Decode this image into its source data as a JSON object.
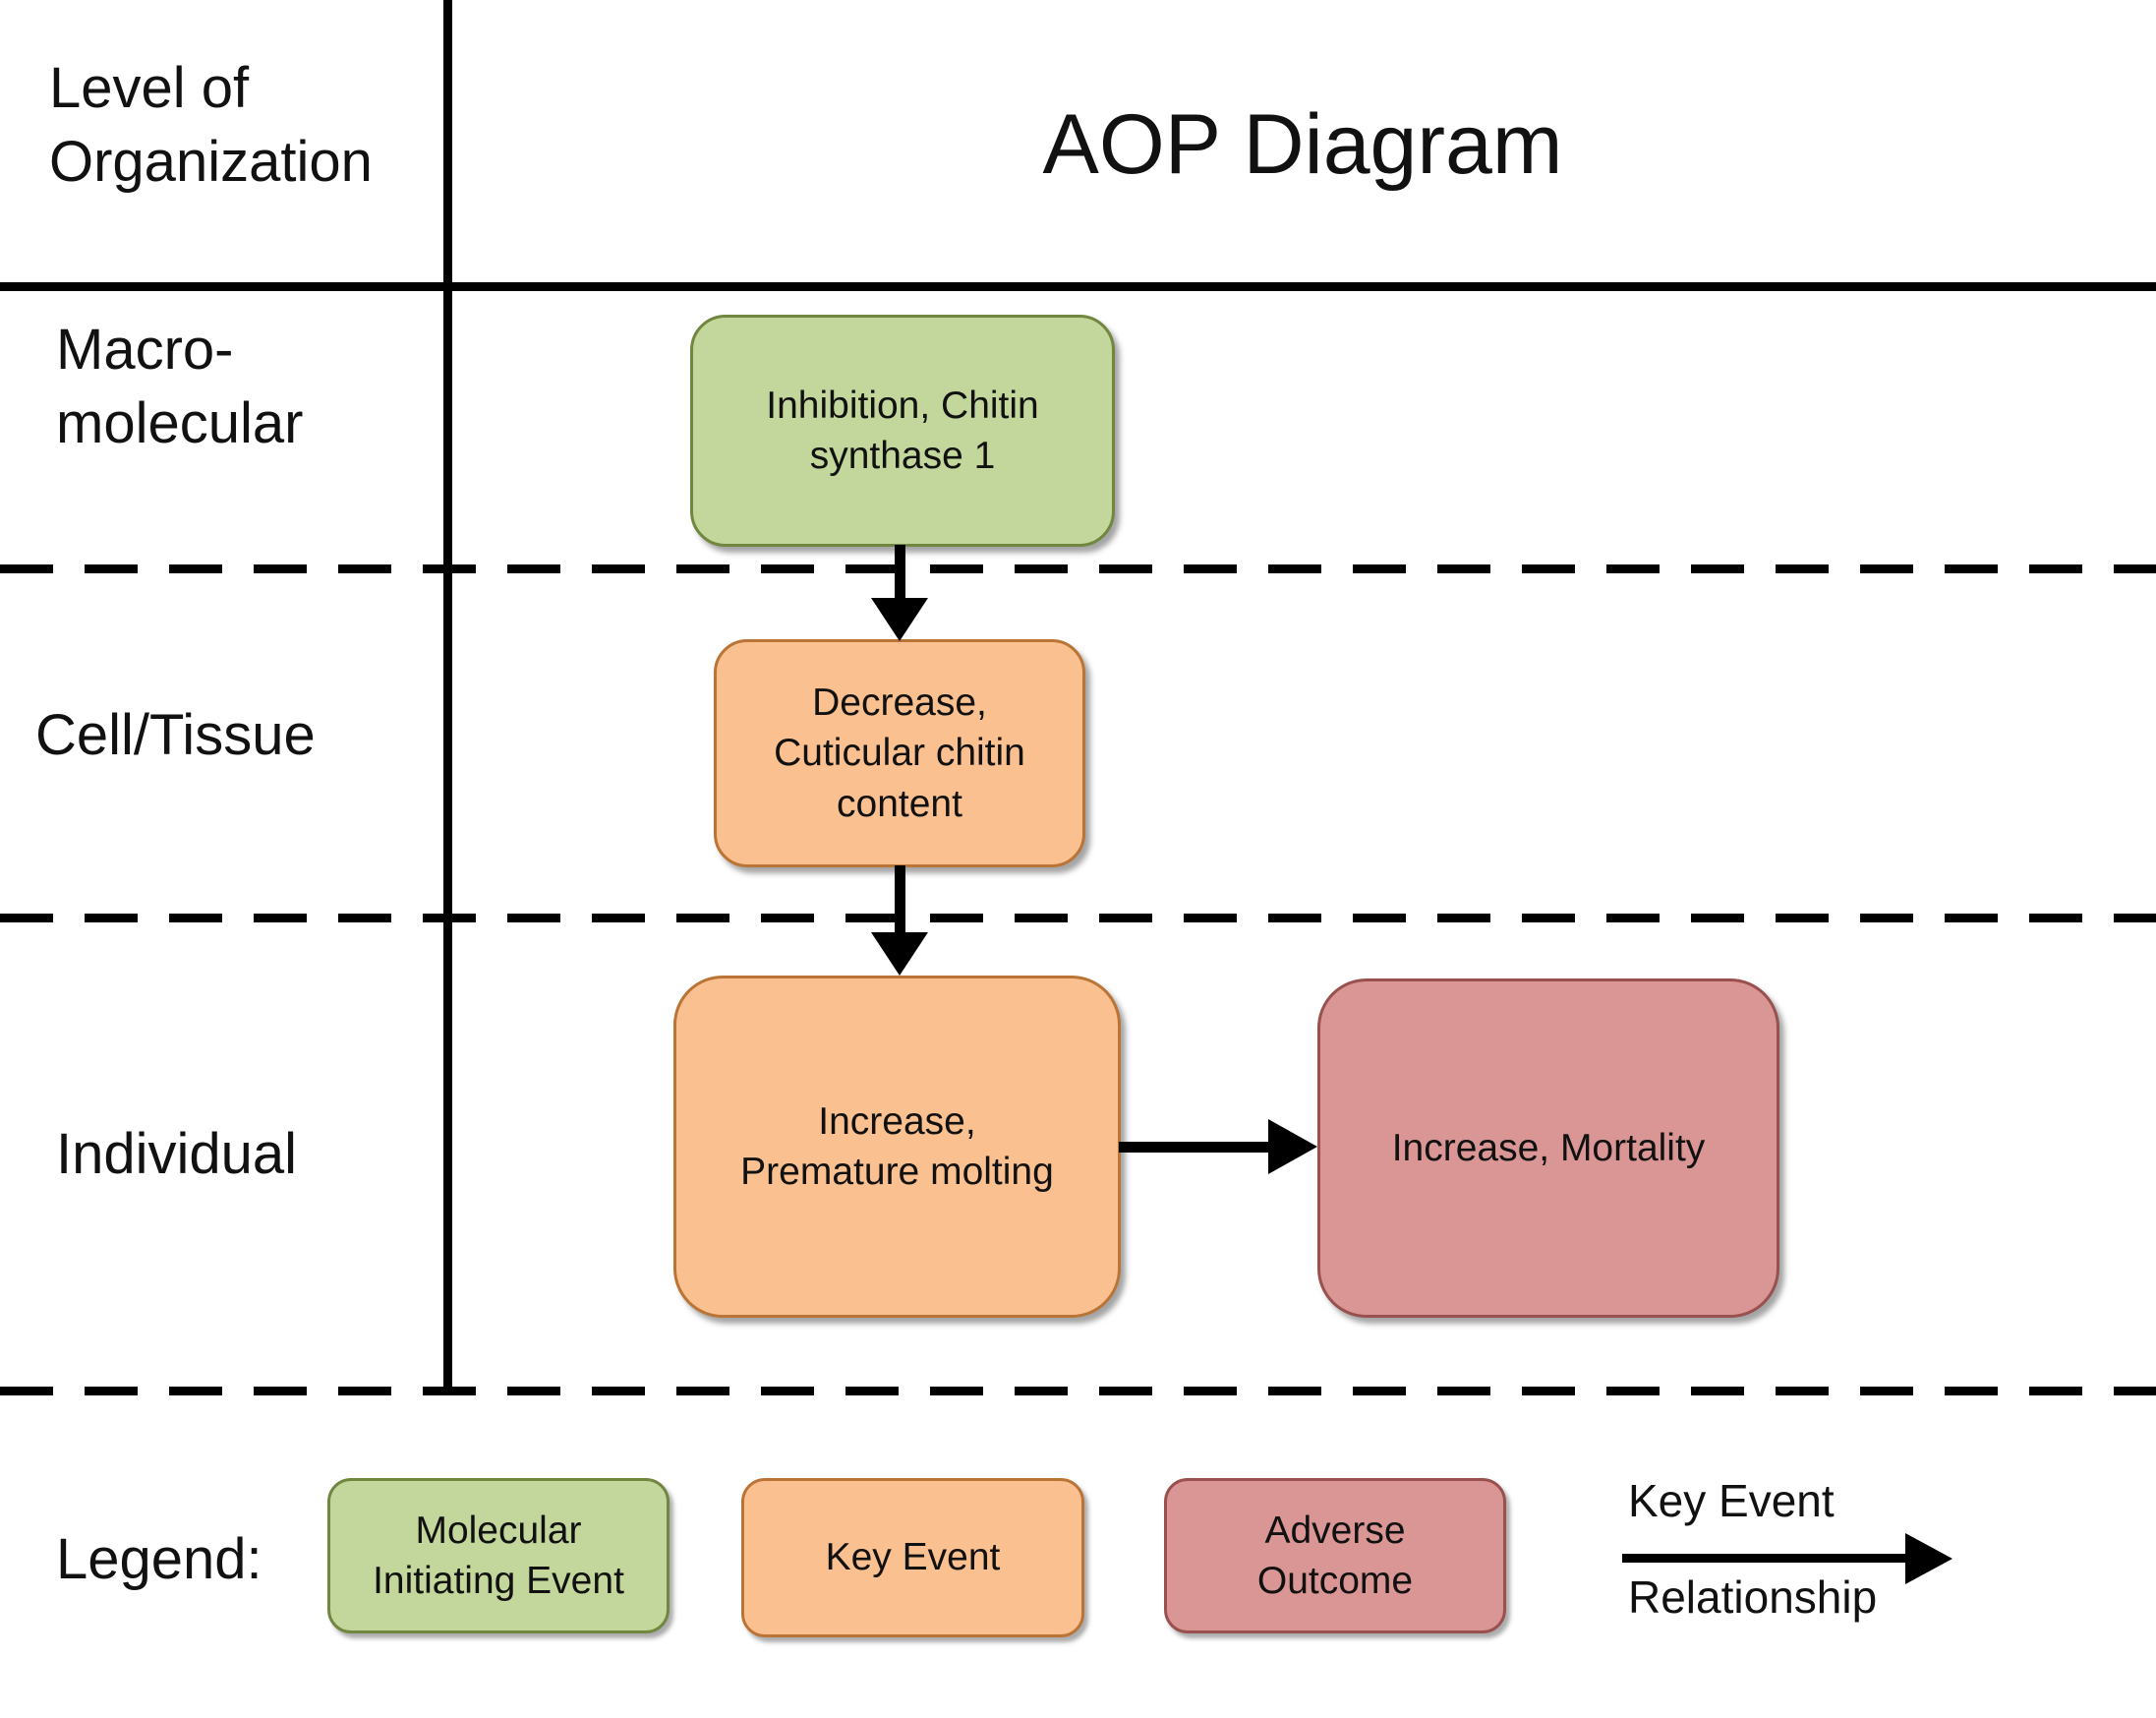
{
  "header": {
    "level_label": "Level of\nOrganization",
    "title": "AOP Diagram"
  },
  "rows": {
    "macromolecular": "Macro-\nmolecular",
    "cell_tissue": "Cell/Tissue",
    "individual": "Individual"
  },
  "nodes": {
    "mie": {
      "label": "Inhibition, Chitin\nsynthase 1",
      "type": "molecular-initiating-event"
    },
    "ke1": {
      "label": "Decrease,\nCuticular chitin\ncontent",
      "type": "key-event"
    },
    "ke2": {
      "label": "Increase,\nPremature molting",
      "type": "key-event"
    },
    "ao": {
      "label": "Increase, Mortality",
      "type": "adverse-outcome"
    }
  },
  "legend": {
    "title": "Legend:",
    "items": [
      {
        "label": "Molecular\nInitiating Event",
        "type": "molecular-initiating-event"
      },
      {
        "label": "Key Event",
        "type": "key-event"
      },
      {
        "label": "Adverse\nOutcome",
        "type": "adverse-outcome"
      }
    ],
    "ker": {
      "top": "Key Event",
      "bottom": "Relationship"
    }
  },
  "colors": {
    "mie_fill": "#c3d69b",
    "mie_border": "#71863f",
    "ke_fill": "#fac090",
    "ke_border": "#ba7435",
    "ao_fill": "#d99694",
    "ao_border": "#99504e",
    "line": "#000000"
  }
}
